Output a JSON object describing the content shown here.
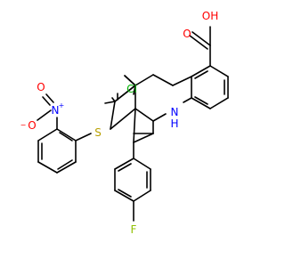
{
  "molecule": {
    "atom_labels": {
      "oxygen_carbonyl": "O",
      "hydroxyl": "OH",
      "chlorine": "Cl",
      "sulfur": "S",
      "amine": "N",
      "amine_h": "H",
      "nitro_n": "N",
      "nitro_n_charge": "+",
      "nitro_o_double": "O",
      "nitro_o_single": "O",
      "nitro_o_charge": "−",
      "fluorine": "F"
    },
    "colors": {
      "bond": "#000000",
      "oxygen": "#ff0000",
      "nitrogen": "#0000ff",
      "chlorine": "#00b000",
      "sulfur": "#b8a000",
      "fluorine": "#90c000"
    }
  }
}
